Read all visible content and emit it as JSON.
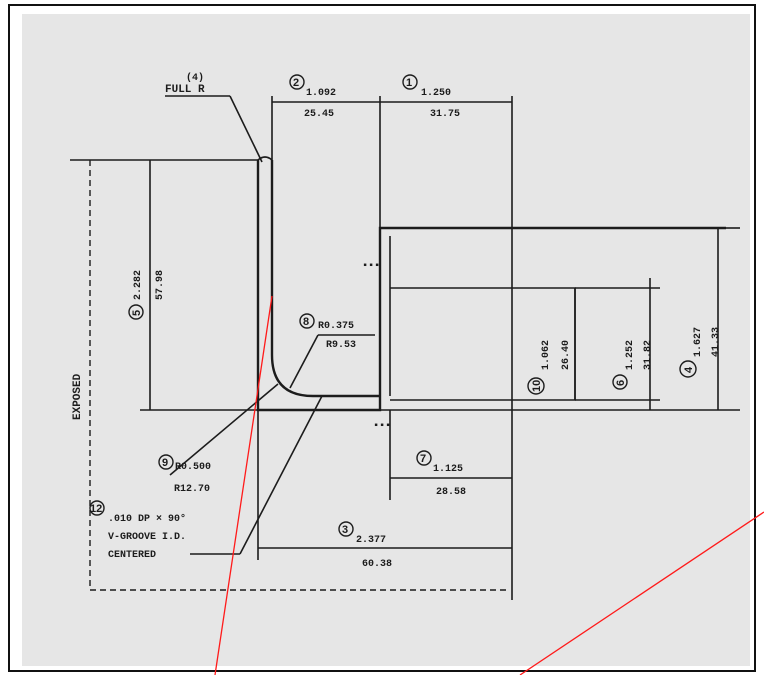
{
  "drawing": {
    "full_r_count": "(4)",
    "full_r": "FULL R",
    "dims": {
      "d1": {
        "num": "2",
        "in": "1.092",
        "mm": "25.45"
      },
      "d2": {
        "num": "1",
        "in": "1.250",
        "mm": "31.75"
      },
      "d3": {
        "num": "5",
        "in": "2.282",
        "mm": "57.98"
      },
      "d4": {
        "num": "8",
        "in": "R0.375",
        "mm": "R9.53"
      },
      "d5": {
        "num": "10",
        "in": "1.062",
        "mm": "26.40"
      },
      "d6": {
        "num": "6",
        "in": "1.252",
        "mm": "31.82"
      },
      "d7": {
        "num": "4",
        "in": "1.627",
        "mm": "41.33"
      },
      "d8": {
        "num": "9",
        "in": "R0.500",
        "mm": "R12.70"
      },
      "d9": {
        "num": "7",
        "in": "1.125",
        "mm": "28.58"
      },
      "d10": {
        "num": "3",
        "in": "2.377",
        "mm": "60.38"
      },
      "d11": {
        "num": "12"
      }
    },
    "exposed": "EXPOSED",
    "vgroove_line1": ".010 DP × 90°",
    "vgroove_line2": "V-GROOVE I.D.",
    "vgroove_line3": "CENTERED"
  }
}
